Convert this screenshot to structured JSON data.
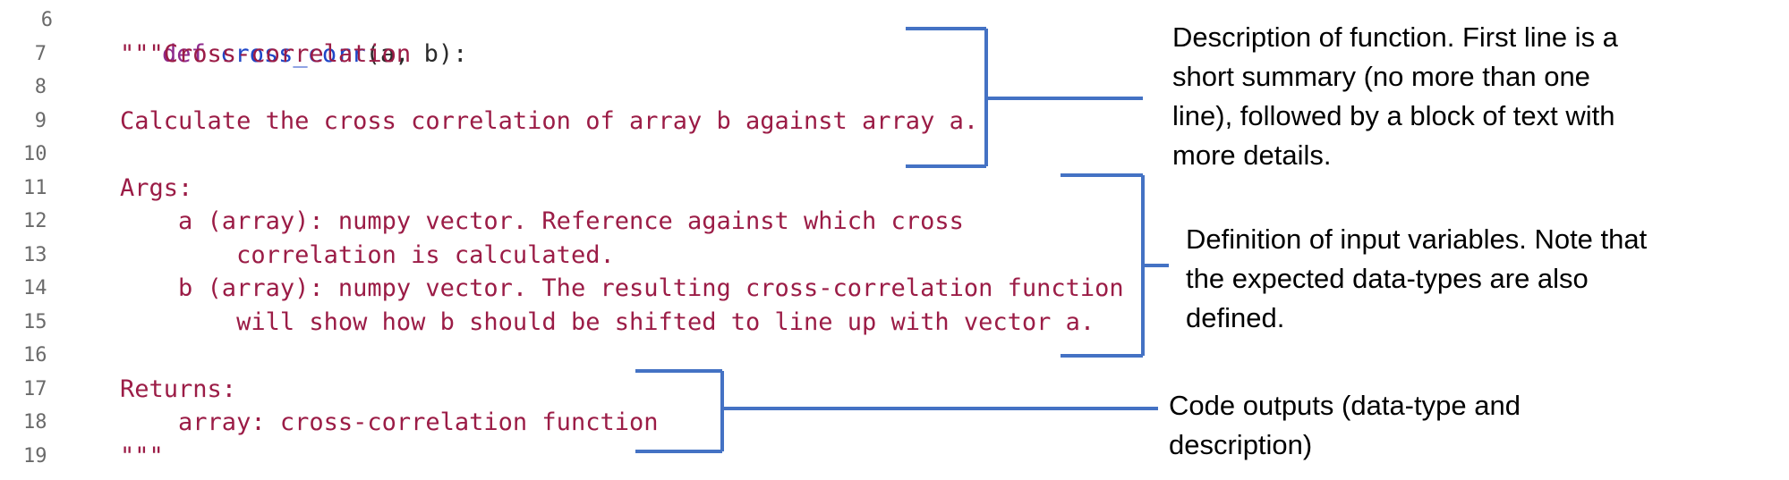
{
  "code": {
    "lines": [
      {
        "num": "6",
        "parts": [
          {
            "cls": "kw",
            "text": "def "
          },
          {
            "cls": "fn",
            "text": "cross_corr"
          },
          {
            "cls": "plain",
            "text": "(a, b):"
          }
        ]
      },
      {
        "num": "7",
        "parts": [
          {
            "cls": "ds",
            "text": "    \"\"\"Cross-correlation"
          }
        ]
      },
      {
        "num": "8",
        "parts": [
          {
            "cls": "ds",
            "text": ""
          }
        ]
      },
      {
        "num": "9",
        "parts": [
          {
            "cls": "ds",
            "text": "    Calculate the cross correlation of array b against array a."
          }
        ]
      },
      {
        "num": "10",
        "parts": [
          {
            "cls": "ds",
            "text": ""
          }
        ]
      },
      {
        "num": "11",
        "parts": [
          {
            "cls": "ds",
            "text": "    Args:"
          }
        ]
      },
      {
        "num": "12",
        "parts": [
          {
            "cls": "ds",
            "text": "        a (array): numpy vector. Reference against which cross"
          }
        ]
      },
      {
        "num": "13",
        "parts": [
          {
            "cls": "ds",
            "text": "            correlation is calculated."
          }
        ]
      },
      {
        "num": "14",
        "parts": [
          {
            "cls": "ds",
            "text": "        b (array): numpy vector. The resulting cross-correlation function"
          }
        ]
      },
      {
        "num": "15",
        "parts": [
          {
            "cls": "ds",
            "text": "            will show how b should be shifted to line up with vector a."
          }
        ]
      },
      {
        "num": "16",
        "parts": [
          {
            "cls": "ds",
            "text": ""
          }
        ]
      },
      {
        "num": "17",
        "parts": [
          {
            "cls": "ds",
            "text": "    Returns:"
          }
        ]
      },
      {
        "num": "18",
        "parts": [
          {
            "cls": "ds",
            "text": "        array: cross-correlation function"
          }
        ]
      },
      {
        "num": "19",
        "parts": [
          {
            "cls": "ds",
            "text": "    \"\"\""
          }
        ]
      }
    ]
  },
  "annotations": {
    "description": [
      "Description of function. First line is a",
      "short summary (no more than one",
      "line), followed by a block of text with",
      "more details."
    ],
    "inputs": [
      "Definition of input variables. Note that",
      "the expected data-types are also",
      "defined."
    ],
    "outputs": [
      "Code outputs (data-type and",
      "description)"
    ]
  },
  "colors": {
    "bracket": "#4472c4",
    "docstring": "#9b1c46",
    "keyword": "#8e2b8e",
    "function_name": "#1f47c8",
    "line_number": "#6a6a6a"
  }
}
